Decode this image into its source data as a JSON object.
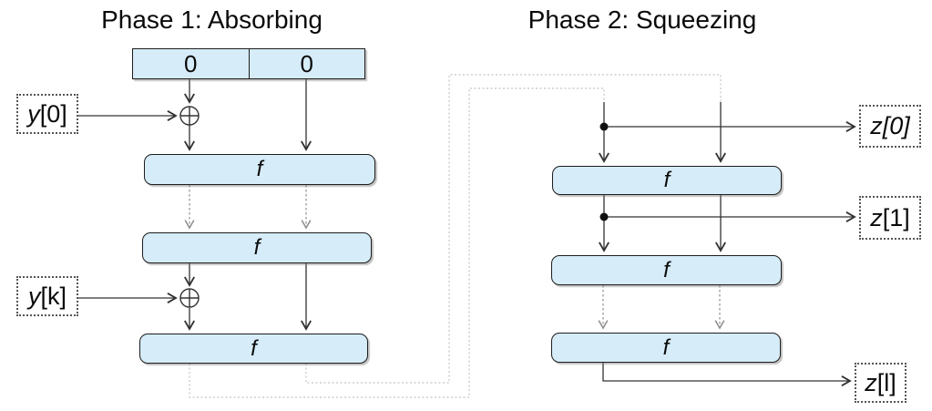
{
  "diagram": {
    "phase1": {
      "title": "Phase 1: Absorbing",
      "state_cells": [
        "0",
        "0"
      ],
      "inputs": [
        {
          "letter": "y",
          "index": "[0]"
        },
        {
          "letter": "y",
          "index": "[k]"
        }
      ],
      "f_boxes": [
        "f",
        "f",
        "f"
      ],
      "xor_symbol": "⊕"
    },
    "phase2": {
      "title": "Phase 2: Squeezing",
      "f_boxes": [
        "f",
        "f",
        "f"
      ],
      "outputs": [
        {
          "letter": "z",
          "index": "[0]"
        },
        {
          "letter": "z",
          "index": "[1]"
        },
        {
          "letter": "z",
          "index": "[l]"
        }
      ]
    },
    "colors": {
      "box_fill": "#d6ecf8",
      "box_border": "#1d1d1d",
      "solid_line": "#333333",
      "dashed_arrow": "#8f8f8f",
      "dotted_path": "#c4c4c4"
    }
  }
}
